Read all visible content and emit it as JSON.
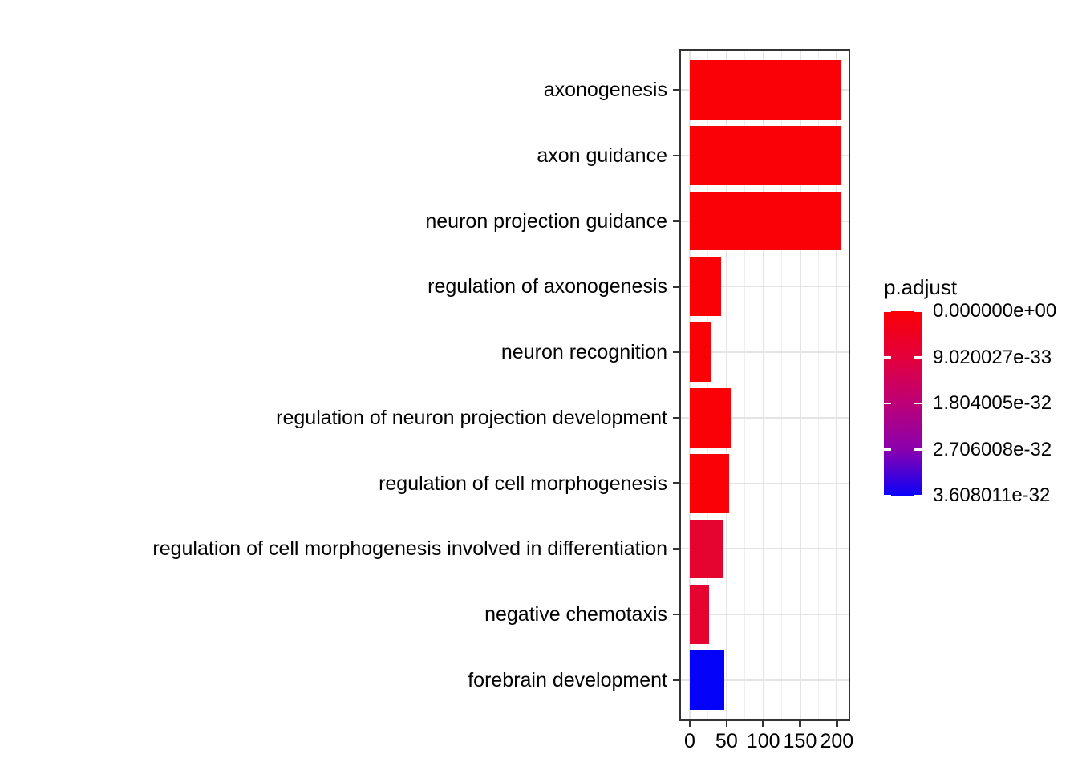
{
  "chart_data": {
    "type": "bar",
    "orientation": "horizontal",
    "title": "",
    "xlabel": "",
    "ylabel": "",
    "categories": [
      "axonogenesis",
      "axon guidance",
      "neuron projection guidance",
      "regulation of axonogenesis",
      "neuron recognition",
      "regulation of neuron projection development",
      "regulation of cell morphogenesis",
      "regulation of cell morphogenesis involved in differentiation",
      "negative chemotaxis",
      "forebrain development"
    ],
    "values": [
      205,
      205,
      205,
      42,
      28,
      56,
      53,
      45,
      26,
      47
    ],
    "bar_colors": [
      "#F90106",
      "#F90106",
      "#F90106",
      "#F90106",
      "#F90106",
      "#F90106",
      "#F90106",
      "#E5032F",
      "#E5032F",
      "#0502FA"
    ],
    "xlim": [
      -12,
      216
    ],
    "x_major_ticks": [
      0,
      50,
      100,
      150,
      200
    ],
    "x_major_tick_labels": [
      "0",
      "50",
      "100",
      "150",
      "200"
    ],
    "x_minor_ticks": [
      25,
      75,
      125,
      175
    ],
    "grid": true,
    "legend": {
      "title": "p.adjust",
      "position": "right",
      "type": "gradient",
      "gradient_stops": [
        "#F90106",
        "#E4003C",
        "#BC0077",
        "#8A00AE",
        "#0B02F8"
      ],
      "tick_labels": [
        "0.000000e+00",
        "9.020027e-33",
        "1.804005e-32",
        "2.706008e-32",
        "3.608011e-32"
      ]
    }
  },
  "colors": {
    "panel_border": "#333333",
    "grid_major": "#E4E4E4",
    "grid_minor": "#EFEFEF",
    "axis_text": "#000000",
    "red_bar": "#F90106",
    "crimson_bar": "#E5032F",
    "blue_bar": "#0502FA"
  }
}
